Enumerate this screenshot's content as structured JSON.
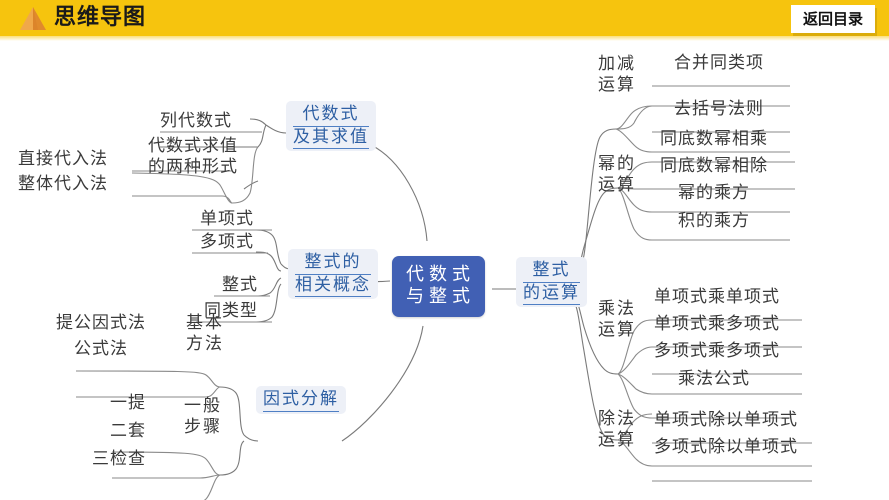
{
  "header": {
    "title": "思维导图",
    "logo_icon": "pyramid-icon",
    "back_label": "返回目录",
    "bar_color": "#F6C40E",
    "button_bg": "#FFFFFF"
  },
  "mindmap": {
    "center": {
      "lines": [
        "代数式",
        "与整式"
      ],
      "color": "#4160B4",
      "text_color": "#FFFFFF"
    },
    "branches": [
      {
        "id": "algebraic-expression",
        "title_lines": [
          "代数式",
          "及其求值"
        ],
        "children": [
          {
            "lines": [
              "列代数式"
            ]
          },
          {
            "lines": [
              "代数式求值",
              "的两种形式"
            ],
            "children": [
              {
                "lines": [
                  "直接代入法"
                ]
              },
              {
                "lines": [
                  "整体代入法"
                ]
              }
            ]
          }
        ]
      },
      {
        "id": "polynomial-concepts",
        "title_lines": [
          "整式的",
          "相关概念"
        ],
        "children": [
          {
            "lines": [
              "单项式"
            ]
          },
          {
            "lines": [
              "多项式"
            ]
          },
          {
            "lines": [
              "整式"
            ]
          },
          {
            "lines": [
              "同类型"
            ]
          }
        ]
      },
      {
        "id": "factorization",
        "title_lines": [
          "因式分解"
        ],
        "children": [
          {
            "lines": [
              "基本",
              "方法"
            ],
            "children": [
              {
                "lines": [
                  "提公因式法"
                ]
              },
              {
                "lines": [
                  "公式法"
                ]
              }
            ]
          },
          {
            "lines": [
              "一般",
              "步骤"
            ],
            "children": [
              {
                "lines": [
                  "一提"
                ]
              },
              {
                "lines": [
                  "二套"
                ]
              },
              {
                "lines": [
                  "三检查"
                ]
              }
            ]
          }
        ]
      },
      {
        "id": "polynomial-operations",
        "title_lines": [
          "整式",
          "的运算"
        ],
        "children": [
          {
            "lines": [
              "加减",
              "运算"
            ],
            "children": [
              {
                "lines": [
                  "合并同类项"
                ]
              },
              {
                "lines": [
                  "去括号法则"
                ]
              }
            ]
          },
          {
            "lines": [
              "幂的",
              "运算"
            ],
            "children": [
              {
                "lines": [
                  "同底数幂相乘"
                ]
              },
              {
                "lines": [
                  "同底数幂相除"
                ]
              },
              {
                "lines": [
                  "幂的乘方"
                ]
              },
              {
                "lines": [
                  "积的乘方"
                ]
              }
            ]
          },
          {
            "lines": [
              "乘法",
              "运算"
            ],
            "children": [
              {
                "lines": [
                  "单项式乘单项式"
                ]
              },
              {
                "lines": [
                  "单项式乘多项式"
                ]
              },
              {
                "lines": [
                  "多项式乘多项式"
                ]
              },
              {
                "lines": [
                  "乘法公式"
                ]
              }
            ]
          },
          {
            "lines": [
              "除法",
              "运算"
            ],
            "children": [
              {
                "lines": [
                  "单项式除以单项式"
                ]
              },
              {
                "lines": [
                  "多项式除以单项式"
                ]
              }
            ]
          }
        ]
      }
    ]
  }
}
